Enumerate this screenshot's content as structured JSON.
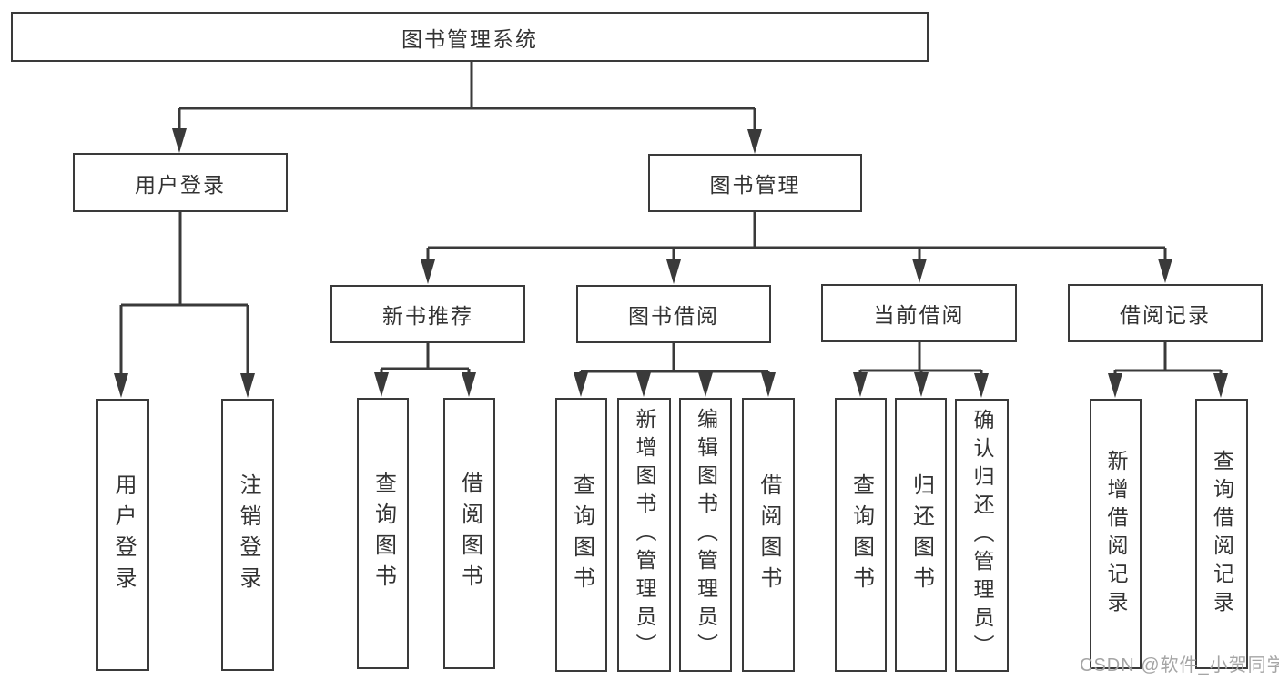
{
  "diagram": {
    "root": "图书管理系统",
    "level1": {
      "user_login": "用户登录",
      "book_management": "图书管理"
    },
    "level2": {
      "new_books": "新书推荐",
      "book_borrow": "图书借阅",
      "current_borrow": "当前借阅",
      "borrow_records": "借阅记录"
    },
    "leaves": {
      "user_login": [
        "用户登录",
        "注销登录"
      ],
      "new_books": [
        "查询图书",
        "借阅图书"
      ],
      "book_borrow": [
        "查询图书",
        "新增图书（管理员）",
        "编辑图书（管理员）",
        "借阅图书"
      ],
      "current_borrow": [
        "查询图书",
        "归还图书",
        "确认归还（管理员）"
      ],
      "borrow_records": [
        "新增借阅记录",
        "查询借阅记录"
      ]
    }
  },
  "watermark": "CSDN @软件_小贺同学",
  "colors": {
    "line": "#3a3a3a",
    "text": "#333333",
    "background": "#ffffff",
    "watermark": "#a5a5a5"
  }
}
